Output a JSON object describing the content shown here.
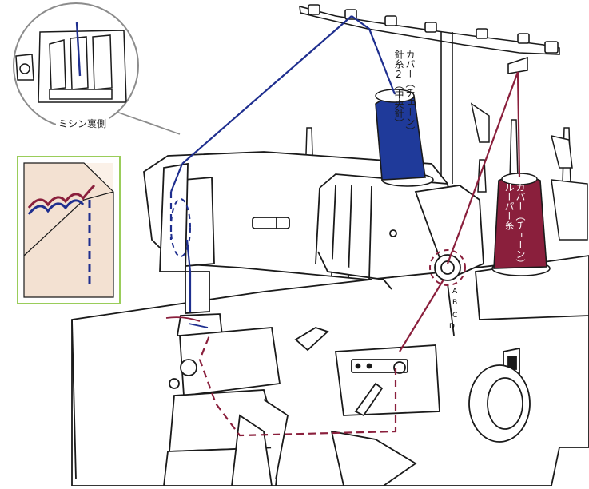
{
  "labels": {
    "machine_rear": "ミシン裏側",
    "needle_thread_2_line1": "カバー（チェーン）",
    "needle_thread_2_line2": "針糸2（中央針）",
    "looper_thread_line1": "カバー（チェーン）",
    "looper_thread_line2": "ルーパー糸"
  },
  "dial_letters": [
    "A",
    "B",
    "C",
    "D"
  ],
  "colors": {
    "needle_thread": "#1f2f8f",
    "looper_thread": "#8a1f3c",
    "inset_border": "#9acd5a",
    "fabric": "#f3e1d2",
    "outline": "#1a1a1a"
  }
}
